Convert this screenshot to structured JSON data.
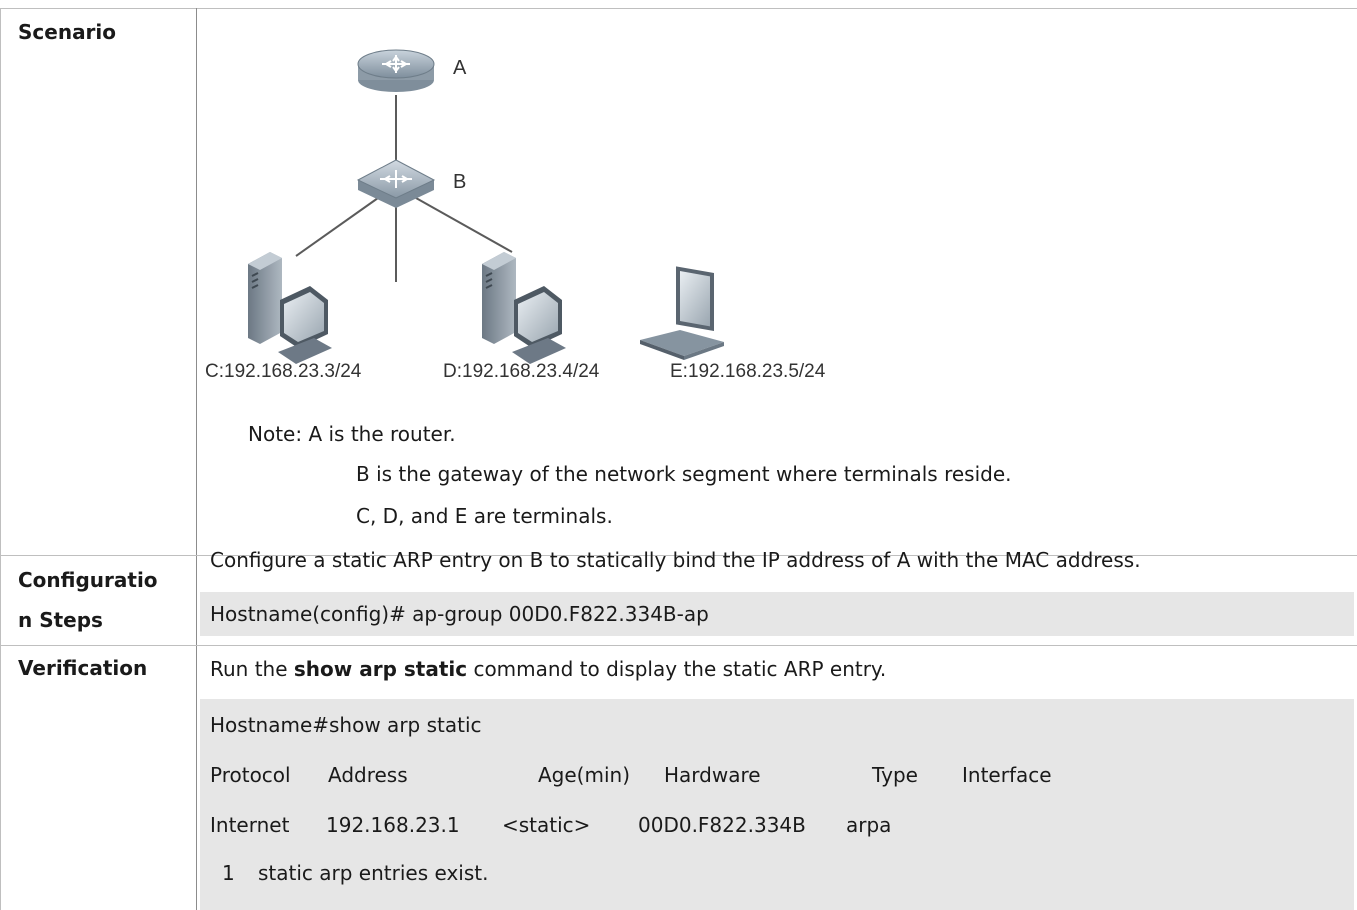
{
  "rows": {
    "scenario": {
      "label": "Scenario",
      "diagram": {
        "node_a_label": "A",
        "node_b_label": "B",
        "terminals": [
          {
            "icon": "desktop-computer-icon",
            "label": "C:192.168.23.3/24"
          },
          {
            "icon": "desktop-computer-icon",
            "label": "D:192.168.23.4/24"
          },
          {
            "icon": "laptop-icon",
            "label": "E:192.168.23.5/24"
          }
        ],
        "router_icon": "router-icon",
        "switch_icon": "switch-icon"
      },
      "notes": [
        "Note: A is the router.",
        "B is the gateway of the network segment where terminals reside.",
        "C, D, and E are terminals."
      ]
    },
    "config": {
      "label_line1": "Configuratio",
      "label_line2": "n Steps",
      "description": "Configure a static ARP entry on B to statically bind the IP address of A with the MAC address.",
      "command": "Hostname(config)# ap-group 00D0.F822.334B-ap"
    },
    "verification": {
      "label": "Verification",
      "desc_prefix": "Run the ",
      "desc_command": "show arp static",
      "desc_suffix": " command to display the static ARP entry.",
      "output": {
        "command_line": "Hostname#show arp static",
        "headers": [
          "Protocol",
          "Address",
          "Age(min)",
          "Hardware",
          "Type",
          "Interface"
        ],
        "entry": [
          "Internet",
          "192.168.23.1",
          "<static>",
          "00D0.F822.334B",
          "arpa"
        ],
        "summary_count": "1",
        "summary_text": "static arp entries exist."
      }
    }
  }
}
